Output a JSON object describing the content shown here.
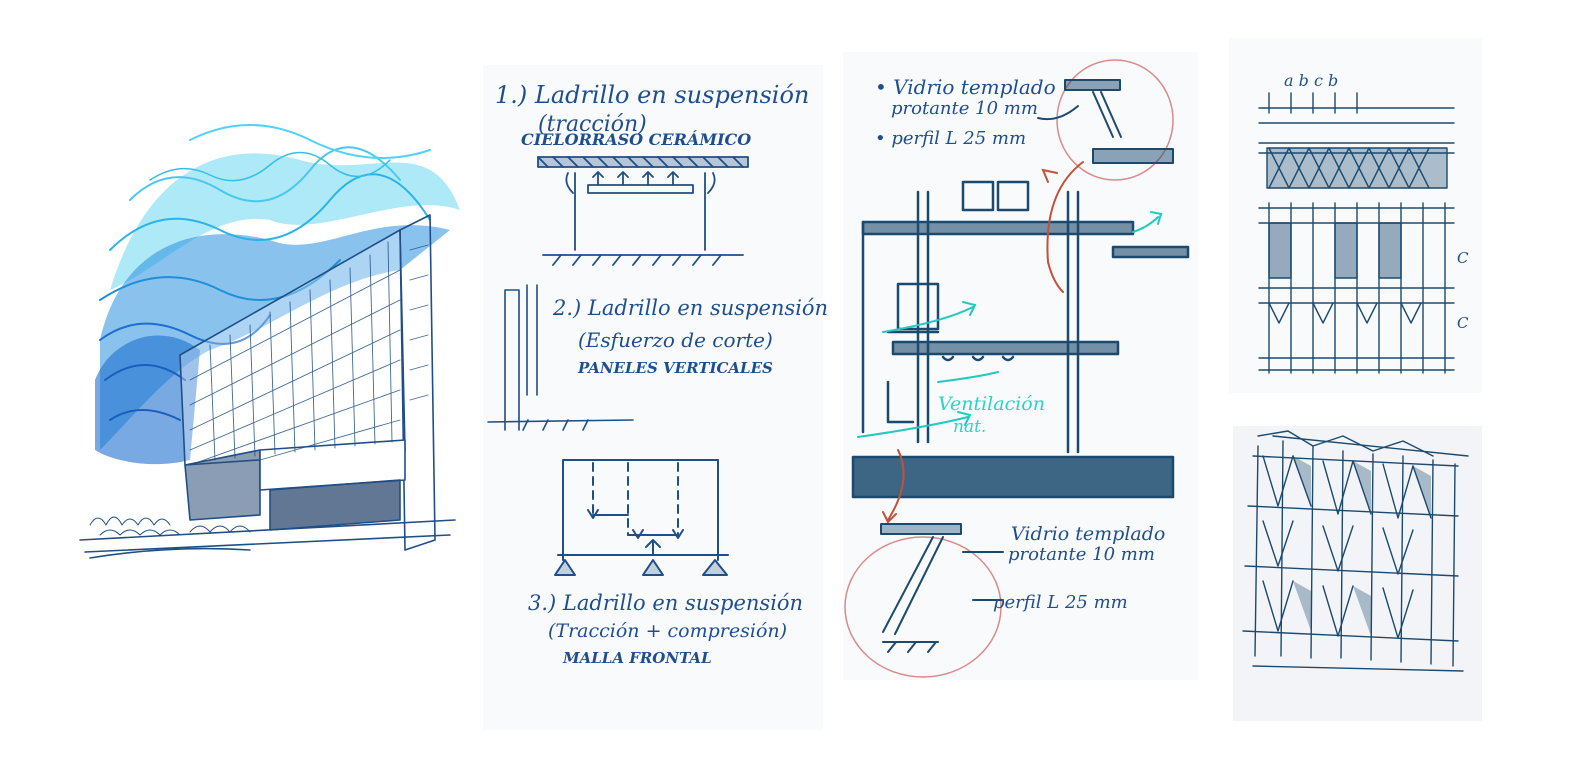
{
  "notes": {
    "n1_line1": "1.) Ladrillo en suspensión",
    "n1_line2": "(tracción)",
    "n1_line3": "CIELORRASO CERÁMICO",
    "n2_line1": "2.) Ladrillo en suspensión",
    "n2_line2": "(Esfuerzo de corte)",
    "n2_line3": "PANELES VERTICALES",
    "n3_line1": "3.) Ladrillo en suspensión",
    "n3_line2": "(Tracción + compresión)",
    "n3_line3": "MALLA FRONTAL",
    "d1_line1": "• Vidrio templado",
    "d1_line2": "protante 10 mm",
    "d1_line3": "• perfil L 25 mm",
    "vent_line1": "Ventilación",
    "vent_line2": "nat.",
    "d2_line1": "Vidrio templado",
    "d2_line2": "protante 10 mm",
    "d2_line3": "perfil L 25 mm",
    "elev_label": "a b c b",
    "elev_c1": "C",
    "elev_c2": "C"
  },
  "colors": {
    "ink_blue": "#1f4f86",
    "ink_teal": "#22c9c0",
    "ink_red": "#c2513a",
    "sky_blue": "#1e9fd8",
    "sky_cyan": "#4fd3f0",
    "paper": "#f8fafc"
  }
}
